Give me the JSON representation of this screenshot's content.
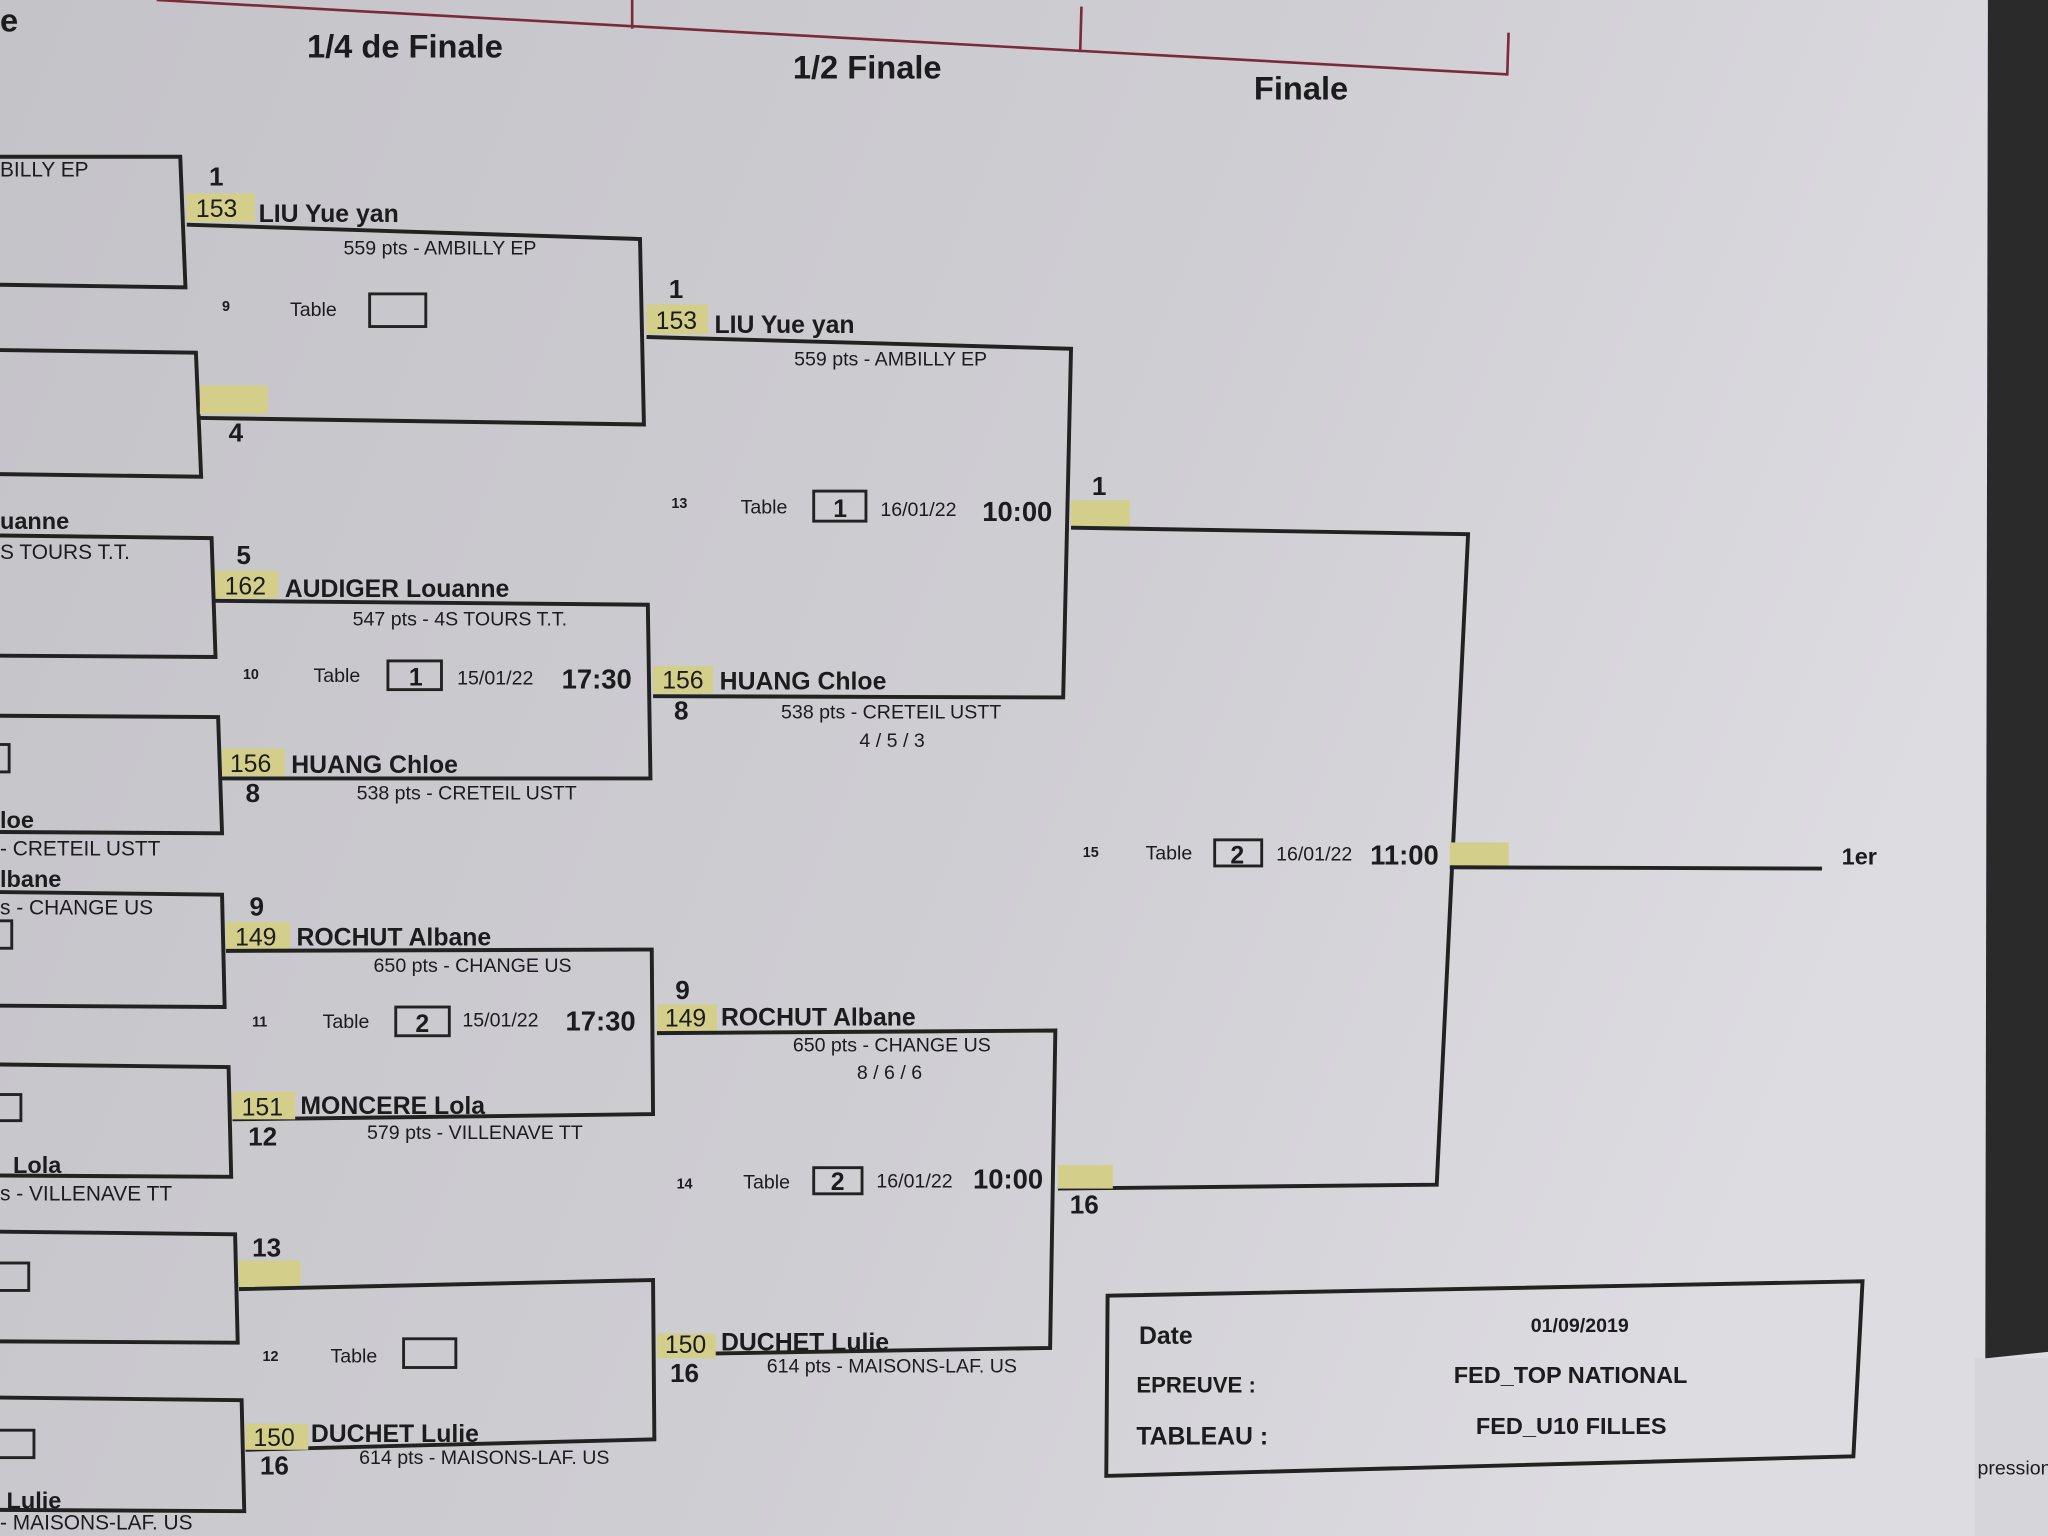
{
  "headers": {
    "partial": "e",
    "quarter": "1/4 de Finale",
    "semi": "1/2 Finale",
    "final": "Finale"
  },
  "left_column": [
    "BILLY EP",
    "uanne",
    "S TOURS T.T.",
    "loe",
    "- CRETEIL USTT",
    "lbane",
    "s - CHANGE US",
    "Lola",
    "s - VILLENAVE TT",
    "Lulie",
    "- MAISONS-LAF. US"
  ],
  "table_label": "Table",
  "quarterfinals": [
    {
      "match": "9",
      "table": "",
      "date": "",
      "time": "",
      "top": {
        "seed": "1",
        "rank": "153",
        "name": "LIU  Yue yan",
        "info": "559 pts - AMBILLY EP"
      },
      "bottom": {
        "seed": "4",
        "rank": "",
        "name": "",
        "info": ""
      }
    },
    {
      "match": "10",
      "table": "1",
      "date": "15/01/22",
      "time": "17:30",
      "top": {
        "seed": "5",
        "rank": "162",
        "name": "AUDIGER  Louanne",
        "info": "547 pts - 4S TOURS T.T."
      },
      "bottom": {
        "seed": "8",
        "rank": "156",
        "name": "HUANG  Chloe",
        "info": "538 pts - CRETEIL USTT"
      }
    },
    {
      "match": "11",
      "table": "2",
      "date": "15/01/22",
      "time": "17:30",
      "top": {
        "seed": "9",
        "rank": "149",
        "name": "ROCHUT  Albane",
        "info": "650 pts - CHANGE US"
      },
      "bottom": {
        "seed": "12",
        "rank": "151",
        "name": "MONCERE  Lola",
        "info": "579 pts - VILLENAVE TT"
      }
    },
    {
      "match": "12",
      "table": "",
      "date": "",
      "time": "",
      "top": {
        "seed": "13",
        "rank": "",
        "name": "",
        "info": ""
      },
      "bottom": {
        "seed": "16",
        "rank": "150",
        "name": "DUCHET  Lulie",
        "info": "614 pts - MAISONS-LAF. US"
      }
    }
  ],
  "semifinals": [
    {
      "match": "13",
      "table": "1",
      "date": "16/01/22",
      "time": "10:00",
      "top": {
        "seed": "1",
        "rank": "153",
        "name": "LIU  Yue yan",
        "info": "559 pts - AMBILLY EP"
      },
      "bottom": {
        "seed": "8",
        "rank": "156",
        "name": "HUANG  Chloe",
        "info": "538 pts - CRETEIL USTT",
        "score": "4 / 5 / 3"
      }
    },
    {
      "match": "14",
      "table": "2",
      "date": "16/01/22",
      "time": "10:00",
      "top": {
        "seed": "9",
        "rank": "149",
        "name": "ROCHUT  Albane",
        "info": "650 pts - CHANGE US",
        "score": "8 / 6 / 6"
      },
      "bottom": {
        "seed": "16",
        "rank": "150",
        "name": "DUCHET  Lulie",
        "info": "614 pts - MAISONS-LAF. US"
      }
    }
  ],
  "final": {
    "match": "15",
    "table": "2",
    "date": "16/01/22",
    "time": "11:00",
    "top_seed": "1",
    "bottom_seed": "16",
    "winner_label": "1er"
  },
  "info_box": {
    "date_label": "Date",
    "date": "01/09/2019",
    "epreuve_label": "EPREUVE :",
    "epreuve": "FED_TOP NATIONAL",
    "tableau_label": "TABLEAU :",
    "tableau": "FED_U10 FILLES"
  },
  "edge_text": "pression",
  "colors": {
    "paper": "#c8c7cc",
    "highlight": "#d3cf8a",
    "ink": "#1c1c1e",
    "border": "#7a2a38"
  }
}
